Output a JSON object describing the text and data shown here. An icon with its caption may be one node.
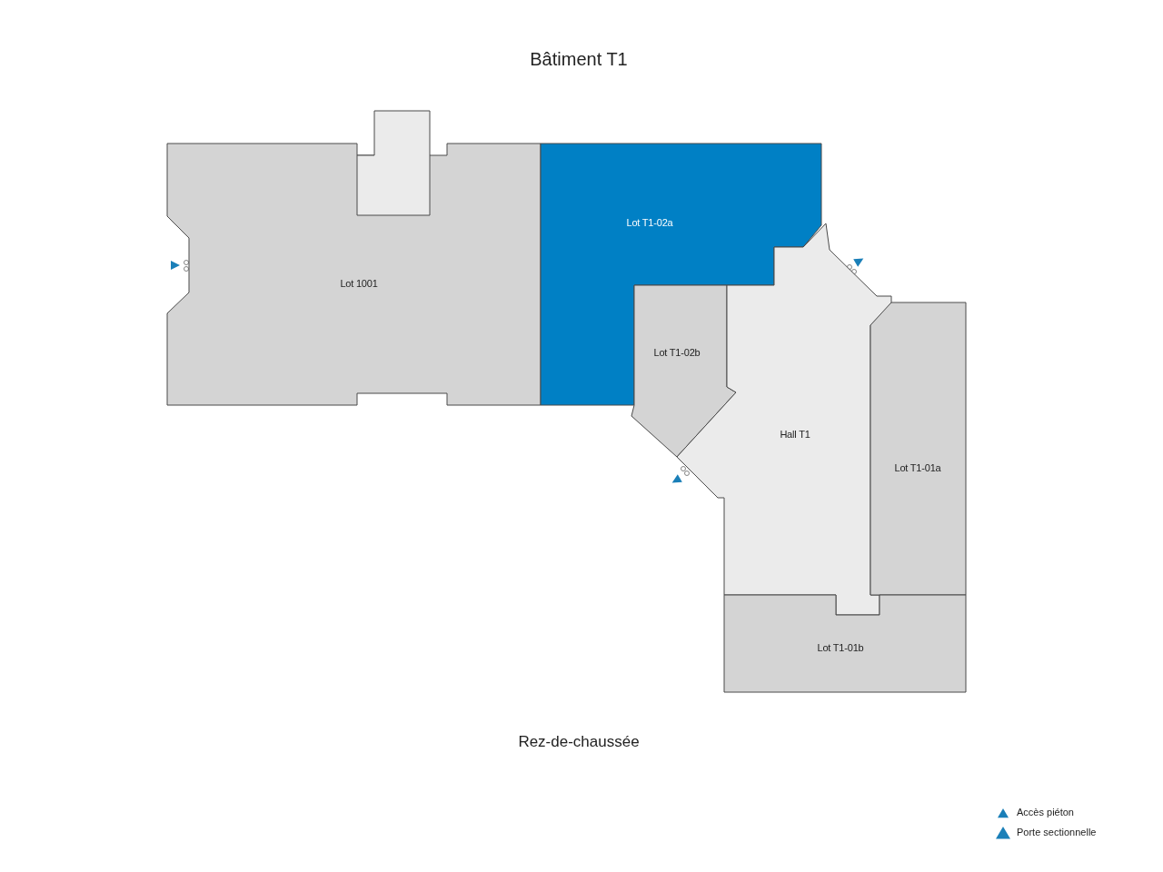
{
  "diagram": {
    "title": "Bâtiment T1",
    "caption": "Rez-de-chaussée",
    "nodes": [
      {
        "text": [
          "Lot 1001"
        ]
      },
      {
        "text": [],
        "shape": "box"
      },
      {
        "text": [
          "Lot T1-02a"
        ]
      },
      {
        "text": [
          "Lot T1-02b"
        ]
      },
      {
        "text": [
          "Hall T1"
        ]
      },
      {
        "text": [
          "Lot T1-01a"
        ]
      },
      {
        "text": [
          "Lot T1-01b"
        ]
      }
    ],
    "legend": [
      {
        "text": "Accès piéton"
      },
      {
        "text": "Porte sectionnelle"
      }
    ]
  }
}
